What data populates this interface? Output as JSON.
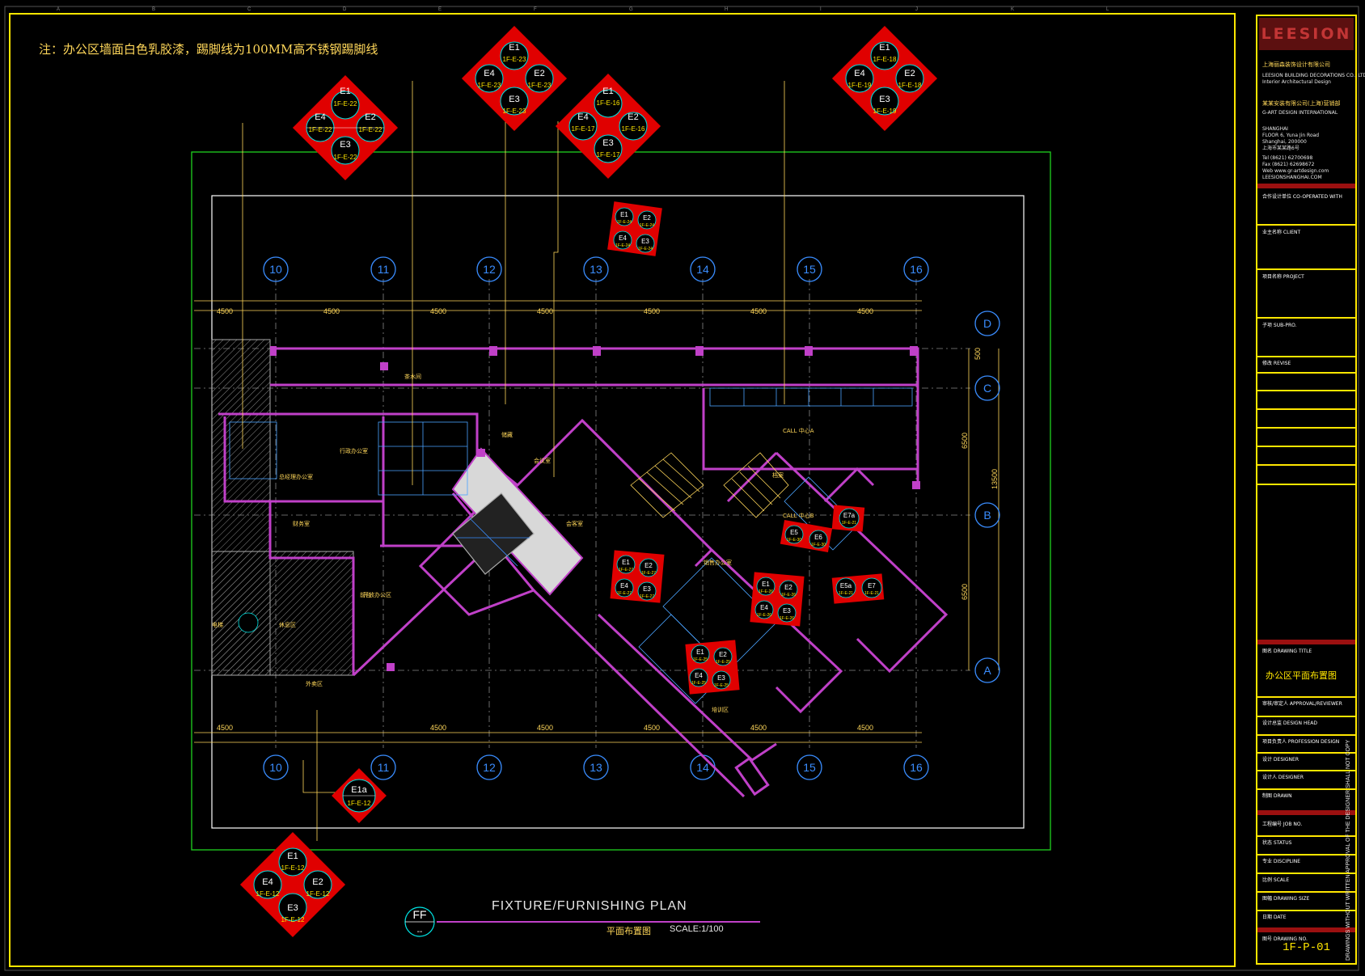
{
  "note": "注：办公区墙面白色乳胶漆，踢脚线为100MM高不锈钢踢脚线",
  "grid": {
    "columns": [
      "10",
      "11",
      "12",
      "13",
      "14",
      "15",
      "16"
    ],
    "rows": [
      "D",
      "C",
      "B",
      "A"
    ],
    "spacing_labels": [
      "4500",
      "4500",
      "4500",
      "4500",
      "4500",
      "4500",
      "4500"
    ],
    "dims_vertical": [
      "500",
      "6500",
      "13500",
      "6500"
    ]
  },
  "elevation_tags": {
    "t22": {
      "e1": "E1",
      "e2": "E2",
      "e3": "E3",
      "e4": "E4",
      "r1": "1F-E-22",
      "r2": "1F-E-22",
      "r3": "1F-E-22",
      "r4": "1F-E-22"
    },
    "t23": {
      "e1": "E1",
      "e2": "E2",
      "e3": "E3",
      "e4": "E4",
      "r1": "1F-E-23",
      "r2": "1F-E-23",
      "r3": "1F-E-23",
      "r4": "1F-E-23"
    },
    "t16": {
      "e1": "E1",
      "e2": "E2",
      "e3": "E3",
      "e4": "E4",
      "r1": "1F-E-16",
      "r2": "1F-E-16",
      "r3": "1F-E-17",
      "r4": "1F-E-17"
    },
    "t18": {
      "e1": "E1",
      "e2": "E2",
      "e3": "E3",
      "e4": "E4",
      "r1": "1F-E-18",
      "r2": "1F-E-18",
      "r3": "1F-E-19",
      "r4": "1F-E-19"
    },
    "t12": {
      "e1": "E1",
      "e2": "E2",
      "e3": "E3",
      "e4": "E4",
      "r1": "1F-E-12",
      "r2": "1F-E-12",
      "r3": "1F-E-12",
      "r4": "1F-E-12"
    },
    "t1a": {
      "e": "E1a",
      "r": "1F-E-12"
    },
    "t24": {
      "e1": "E1",
      "e2": "E2",
      "e3": "E3",
      "e4": "E4",
      "r1": "1F-E-24",
      "r2": "1F-E-24",
      "r3": "1F-E-24",
      "r4": "1F-E-24"
    },
    "t27": {
      "e1": "E1",
      "e2": "E2",
      "e3": "E3",
      "e4": "E4",
      "r1": "1F-E-27",
      "r2": "1F-E-27",
      "r3": "1F-E-27",
      "r4": "1F-E-27"
    },
    "t26": {
      "e1": "E1",
      "e2": "E2",
      "e3": "E3",
      "e4": "E4",
      "r1": "1F-E-26",
      "r2": "1F-E-26",
      "r3": "1F-E-26",
      "r4": "1F-E-26"
    },
    "t25": {
      "e1": "E1",
      "e2": "E2",
      "e3": "E3",
      "e4": "E4",
      "r1": "1F-E-25",
      "r2": "1F-E-25",
      "r3": "1F-E-25",
      "r4": "1F-E-25"
    },
    "t5": {
      "e1": "E5",
      "e2": "E6",
      "r1": "1F-E-30",
      "r2": "1F-E-30"
    },
    "t7a": {
      "e": "E7a",
      "r": "1F-E-21"
    },
    "t5a": {
      "e1": "E5a",
      "e2": "E7",
      "r1": "1F-E-21",
      "r2": "1F-E-21"
    }
  },
  "room_labels": {
    "r1": "总经理办公室",
    "r2": "行政办公室",
    "r3": "财务室",
    "r4": "储藏",
    "r5": "会议室",
    "r6": "档案",
    "r7": "会客室",
    "r8": "茶水间",
    "r9": "CALL 中心A",
    "r10": "CALL 中心B",
    "r11": "前台",
    "r12": "休息区",
    "r13": "销售办公室",
    "r14": "培训区",
    "r15": "开放办公区",
    "r16": "电梯",
    "r17": "外卖区"
  },
  "plan_title": "FIXTURE/FURNISHING PLAN",
  "plan_subtitle": "平面布置图",
  "plan_scale": "SCALE:1/100",
  "ff_tag": {
    "top": "FF",
    "bottom": "--"
  },
  "title_block": {
    "logo": "LEESION",
    "company_cn": "上海丽森装饰设计有限公司",
    "company_en": "LEESION BUILDING DECORATIONS CO., LTD",
    "company_en2": "Interior Architectural Design",
    "client_cn": "某某安装有限公司(上海)营销部",
    "client_en": "G-ART DESIGN INTERNATIONAL",
    "city": "SHANGHAI",
    "addr1": "FLOOR 6, Yuna Jin Road",
    "addr2": "Shanghai, 200000",
    "addr3": "上海市某某路6号",
    "tel": "Tel   (8621) 62700698",
    "fax": "Fax   (8621) 62698672",
    "web": "Web   www.gr-artdesign.com",
    "mail": "        LEESIONSHANGHAI.COM",
    "lbl_coop": "合作设计单位 CO-OPERATED WITH",
    "lbl_client": "业主名称 CLIENT",
    "lbl_project": "项目名称 PROJECT",
    "lbl_sub": "子项 SUB-PRO.",
    "lbl_rev": "修改 REVISE",
    "lbl_dwgtitle": "图名 DRAWING TITLE",
    "dwg_title": "办公区平面布置图",
    "lbl_approval": "审核/审定人 APPROVAL/REVIEWER",
    "lbl_head": "设计总监 DESIGN HEAD",
    "lbl_pm": "项目负责人 PROFESSION DESIGN",
    "lbl_designer": "设计 DESIGNER",
    "lbl_designer2": "设计人 DESIGNER",
    "lbl_drawn": "制图 DRAWN",
    "lbl_job": "工程编号 JOB NO.",
    "lbl_status": "状态 STATUS",
    "lbl_disc": "专业 DISCIPLINE",
    "lbl_scale": "比例 SCALE",
    "lbl_size": "图幅 DRAWING SIZE",
    "lbl_date": "日期 DATE",
    "lbl_no": "图号 DRAWING NO.",
    "dwg_no": "1F-P-01",
    "vertical_notice": "DRAWINGS WITHOUT WRITTEN APPROVAL OF THE DESIGNER SHALL NOT COPY"
  },
  "colors": {
    "frame": "#ffe600",
    "grid": "#3a8dff",
    "wall": "#c040c8",
    "dim": "#ffd75a",
    "tag_fill": "#e00000",
    "tag_circle": "#00e5e5",
    "green": "#1fd21f",
    "white": "#ffffff"
  }
}
